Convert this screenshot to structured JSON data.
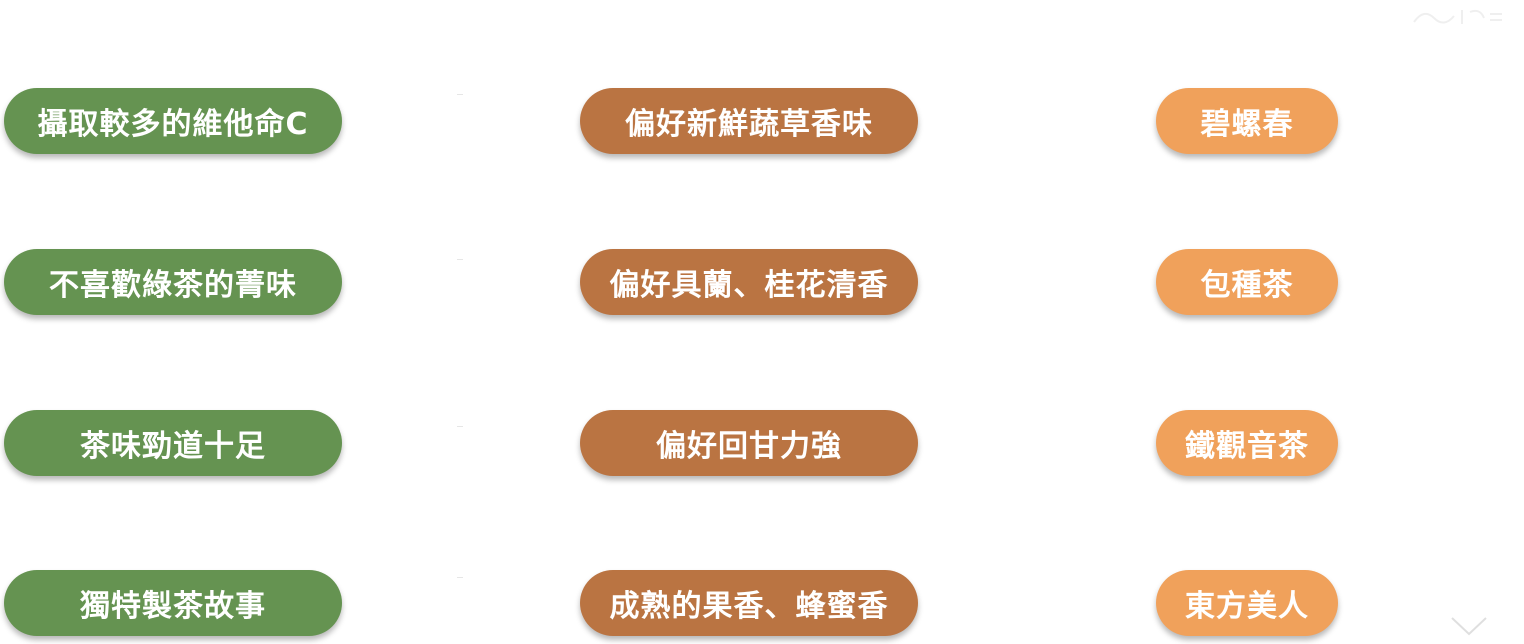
{
  "rows": [
    {
      "need": "攝取較多的維他命C",
      "preference": "偏好新鮮蔬草香味",
      "tea": "碧螺春"
    },
    {
      "need": "不喜歡綠茶的菁味",
      "preference": "偏好具蘭、桂花清香",
      "tea": "包種茶"
    },
    {
      "need": "茶味勁道十足",
      "preference": "偏好回甘力強",
      "tea": "鐵觀音茶"
    },
    {
      "need": "獨特製茶故事",
      "preference": "成熟的果香、蜂蜜香",
      "tea": "東方美人"
    }
  ],
  "colors": {
    "need_fill": "#659351",
    "preference_fill": "#ba7442",
    "tea_fill": "#f0a15b",
    "text": "#ffffff"
  }
}
